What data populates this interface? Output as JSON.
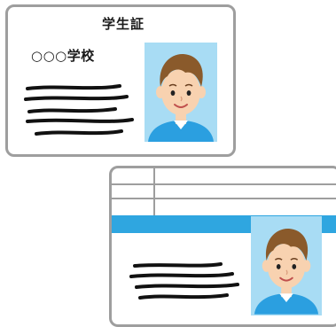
{
  "front_card": {
    "title": "学生証",
    "school_name": "○○○学校"
  },
  "colors": {
    "card_border": "#9e9e9e",
    "photo_background": "#a8dcf4",
    "accent_band": "#2fa6e0",
    "scribble": "#111111",
    "hair": "#8a5a2b",
    "skin": "#f8d2b0",
    "shirt": "#2b9fe0"
  },
  "icons": {
    "front_photo": "student-portrait-icon",
    "back_photo": "student-portrait-icon",
    "scribbles": "scribbled-text-lines"
  }
}
